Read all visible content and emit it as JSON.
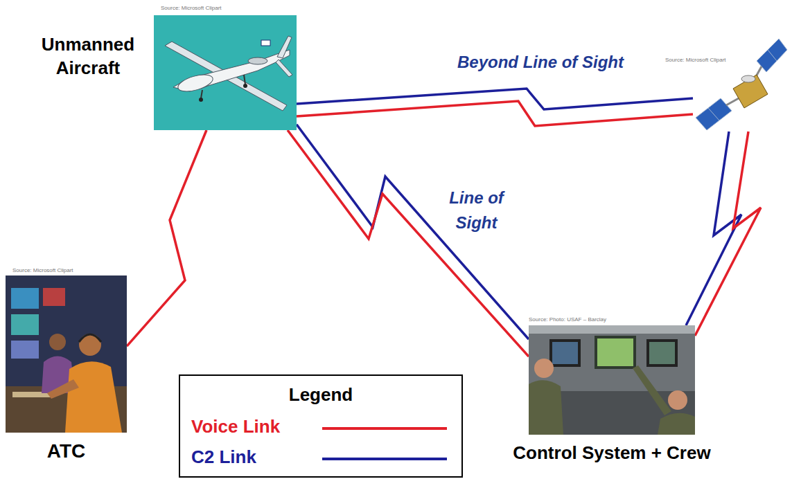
{
  "diagram": {
    "nodes": [
      {
        "text": [
          "Unmanned Aircraft",
          "Source: Microsoft Clipart"
        ]
      },
      {
        "text": [
          "Source: Microsoft Clipart"
        ]
      },
      {
        "text": [
          "Source: Microsoft Clipart",
          "ATC"
        ]
      },
      {
        "text": [
          "Source: Photo: USAF – Barclay",
          "Control System + Crew"
        ]
      }
    ],
    "edges": [
      {
        "from": 0,
        "to": 2,
        "arrow": "none"
      },
      {
        "from": 0,
        "to": 3,
        "label": "Line of Sight",
        "arrow": "none"
      },
      {
        "from": 0,
        "to": 3,
        "arrow": "none"
      },
      {
        "from": 0,
        "to": 1,
        "label": "Beyond Line of Sight",
        "arrow": "none"
      },
      {
        "from": 0,
        "to": 1,
        "arrow": "none"
      },
      {
        "from": 1,
        "to": 3,
        "arrow": "none"
      },
      {
        "from": 1,
        "to": 3,
        "arrow": "none"
      }
    ],
    "labels": [
      "Legend"
    ],
    "legend": [
      {
        "text": "Voice Link"
      },
      {
        "text": "C2 Link"
      }
    ]
  }
}
